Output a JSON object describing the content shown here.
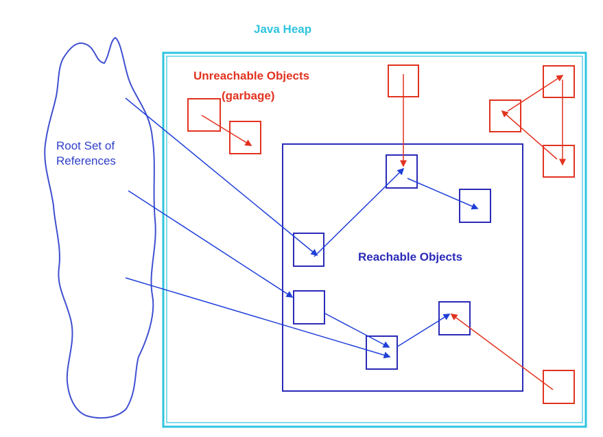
{
  "heap": {
    "title": "Java Heap"
  },
  "root_set": {
    "line1": "Root Set of",
    "line2": "References"
  },
  "unreachable": {
    "line1": "Unreachable Objects",
    "line2": "(garbage)"
  },
  "reachable": {
    "label": "Reachable Objects"
  },
  "colors": {
    "heap_border": "#2ec4e0",
    "unreachable": "#e2321f",
    "reachable": "#2a2ab8",
    "root_outline": "#3f4fd0",
    "arrow_blue": "#1f3fd8",
    "arrow_red": "#e2321f"
  }
}
